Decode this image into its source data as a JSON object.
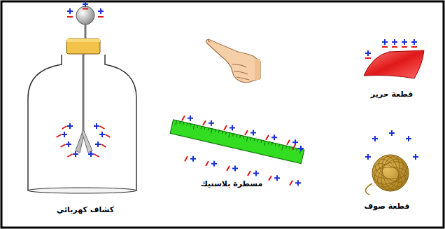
{
  "diagram": {
    "labels": [
      "كشاف كهربائي",
      "مسطرة بلاستيك",
      "قطعة حرير",
      "قطعة صوف"
    ]
  }
}
